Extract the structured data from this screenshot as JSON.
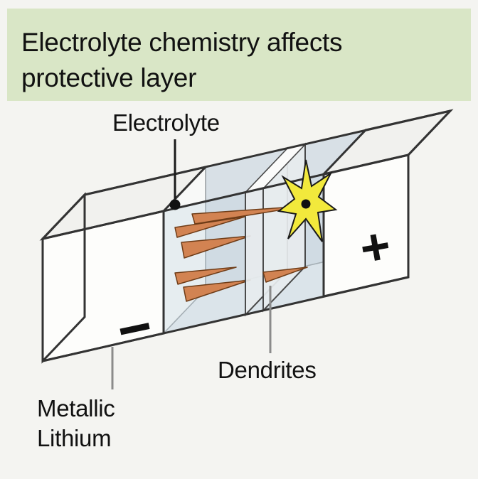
{
  "banner": {
    "line1": "Electrolyte chemistry affects",
    "line2": "protective layer",
    "bg_color": "#d9e6c6"
  },
  "diagram": {
    "labels": {
      "electrolyte": "Electrolyte",
      "dendrites": "Dendrites",
      "metallic_lithium_line1": "Metallic",
      "metallic_lithium_line2": "Lithium",
      "positive_terminal": "+",
      "negative_terminal": "−"
    },
    "colors": {
      "dendrite": "#d28352",
      "dendrite_outline": "#6e3c17",
      "spark_fill": "#f2e93c",
      "electrolyte_wall": "#d8e0e6",
      "electrolyte_floor": "#e9edf0",
      "outline": "#333333"
    },
    "icons": {
      "spark": "short-circuit-spark"
    }
  }
}
